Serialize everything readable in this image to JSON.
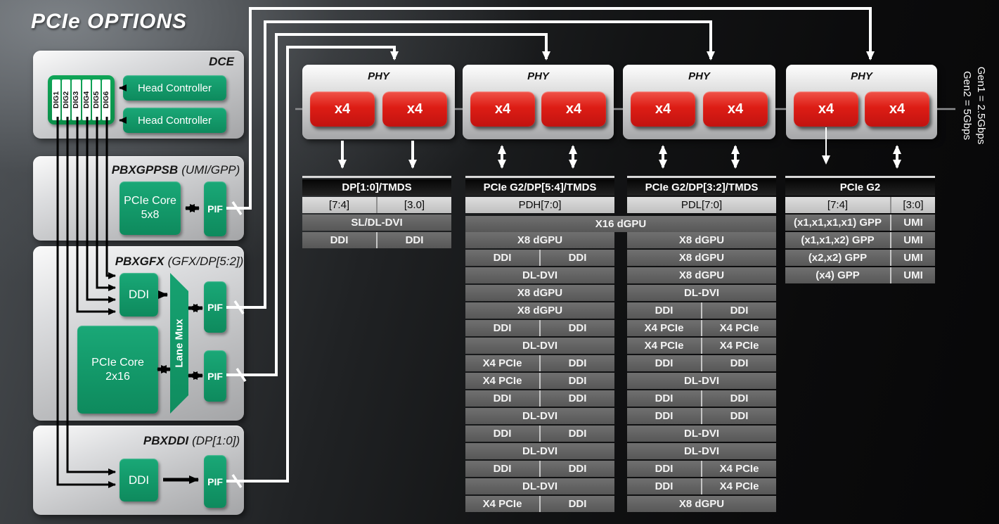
{
  "title": "PCIe OPTIONS",
  "side_note": {
    "gen1": "Gen1 = 2.5Gbps",
    "gen2": "Gen2 = 5Gbps"
  },
  "dce": {
    "label": "DCE",
    "digs": [
      "DIG1",
      "DIG2",
      "DIG3",
      "DIG4",
      "DIG5",
      "DIG6"
    ],
    "head_controllers": [
      "Head Controller",
      "Head Controller"
    ]
  },
  "pbxgppsb": {
    "name": "PBXGPPSB",
    "qualifier": "(UMI/GPP)",
    "core": [
      "PCIe Core",
      "5x8"
    ],
    "pif": "PIF"
  },
  "pbxgfx": {
    "name": "PBXGFX",
    "qualifier": "(GFX/DP[5:2])",
    "ddi": "DDI",
    "lane_mux": "Lane Mux",
    "core": [
      "PCIe Core",
      "2x16"
    ],
    "pif_top": "PIF",
    "pif_bottom": "PIF"
  },
  "pbxddi": {
    "name": "PBXDDI",
    "qualifier": "(DP[1:0])",
    "ddi": "DDI",
    "pif": "PIF"
  },
  "phys": [
    {
      "label": "PHY",
      "lanes": [
        "x4",
        "x4"
      ]
    },
    {
      "label": "PHY",
      "lanes": [
        "x4",
        "x4"
      ]
    },
    {
      "label": "PHY",
      "lanes": [
        "x4",
        "x4"
      ]
    },
    {
      "label": "PHY",
      "lanes": [
        "x4",
        "x4"
      ]
    }
  ],
  "x16_span_row": "X16 dGPU",
  "tables": {
    "dp10_tmds": {
      "header": "DP[1:0]/TMDS",
      "rows": [
        {
          "style": "light",
          "cells": [
            "[7:4]",
            "[3.0]"
          ]
        },
        {
          "style": "dark",
          "cells": [
            "SL/DL-DVI"
          ]
        },
        {
          "style": "dark",
          "cells": [
            "DDI",
            "DDI"
          ]
        }
      ]
    },
    "pcie_g2_dp54_tmds": {
      "header": "PCIe G2/DP[5:4]/TMDS",
      "rows": [
        {
          "style": "light",
          "cells": [
            "PDH[7:0]"
          ]
        },
        {
          "style": "span-slot",
          "cells": []
        },
        {
          "style": "dark",
          "cells": [
            "X8 dGPU"
          ]
        },
        {
          "style": "dark",
          "cells": [
            "DDI",
            "DDI"
          ]
        },
        {
          "style": "dark",
          "cells": [
            "DL-DVI"
          ]
        },
        {
          "style": "dark",
          "cells": [
            "X8 dGPU"
          ]
        },
        {
          "style": "dark",
          "cells": [
            "X8 dGPU"
          ]
        },
        {
          "style": "dark",
          "cells": [
            "DDI",
            "DDI"
          ]
        },
        {
          "style": "dark",
          "cells": [
            "DL-DVI"
          ]
        },
        {
          "style": "dark",
          "cells": [
            "X4 PCIe",
            "DDI"
          ]
        },
        {
          "style": "dark",
          "cells": [
            "X4 PCIe",
            "DDI"
          ]
        },
        {
          "style": "dark",
          "cells": [
            "DDI",
            "DDI"
          ]
        },
        {
          "style": "dark",
          "cells": [
            "DL-DVI"
          ]
        },
        {
          "style": "dark",
          "cells": [
            "DDI",
            "DDI"
          ]
        },
        {
          "style": "dark",
          "cells": [
            "DL-DVI"
          ]
        },
        {
          "style": "dark",
          "cells": [
            "DDI",
            "DDI"
          ]
        },
        {
          "style": "dark",
          "cells": [
            "DL-DVI"
          ]
        },
        {
          "style": "dark",
          "cells": [
            "X4 PCIe",
            "DDI"
          ]
        }
      ]
    },
    "pcie_g2_dp32_tmds": {
      "header": "PCIe G2/DP[3:2]/TMDS",
      "rows": [
        {
          "style": "light",
          "cells": [
            "PDL[7:0]"
          ]
        },
        {
          "style": "span-slot",
          "cells": []
        },
        {
          "style": "dark",
          "cells": [
            "X8 dGPU"
          ]
        },
        {
          "style": "dark",
          "cells": [
            "X8 dGPU"
          ]
        },
        {
          "style": "dark",
          "cells": [
            "X8 dGPU"
          ]
        },
        {
          "style": "dark",
          "cells": [
            "DL-DVI"
          ]
        },
        {
          "style": "dark",
          "cells": [
            "DDI",
            "DDI"
          ]
        },
        {
          "style": "dark",
          "cells": [
            "X4 PCIe",
            "X4 PCIe"
          ]
        },
        {
          "style": "dark",
          "cells": [
            "X4 PCIe",
            "X4 PCIe"
          ]
        },
        {
          "style": "dark",
          "cells": [
            "DDI",
            "DDI"
          ]
        },
        {
          "style": "dark",
          "cells": [
            "DL-DVI"
          ]
        },
        {
          "style": "dark",
          "cells": [
            "DDI",
            "DDI"
          ]
        },
        {
          "style": "dark",
          "cells": [
            "DDI",
            "DDI"
          ]
        },
        {
          "style": "dark",
          "cells": [
            "DL-DVI"
          ]
        },
        {
          "style": "dark",
          "cells": [
            "DL-DVI"
          ]
        },
        {
          "style": "dark",
          "cells": [
            "DDI",
            "X4 PCIe"
          ]
        },
        {
          "style": "dark",
          "cells": [
            "DDI",
            "X4 PCIe"
          ]
        },
        {
          "style": "dark",
          "cells": [
            "X8 dGPU"
          ]
        }
      ]
    },
    "pcie_g2": {
      "header": "PCIe G2",
      "col1_width": 149,
      "rows": [
        {
          "style": "light",
          "cells": [
            "[7:4]",
            "[3:0]"
          ]
        },
        {
          "style": "dark",
          "cells": [
            "(x1,x1,x1,x1) GPP",
            "UMI"
          ]
        },
        {
          "style": "dark",
          "cells": [
            "(x1,x1,x2) GPP",
            "UMI"
          ]
        },
        {
          "style": "dark",
          "cells": [
            "(x2,x2) GPP",
            "UMI"
          ]
        },
        {
          "style": "dark",
          "cells": [
            "(x4) GPP",
            "UMI"
          ]
        }
      ]
    }
  }
}
